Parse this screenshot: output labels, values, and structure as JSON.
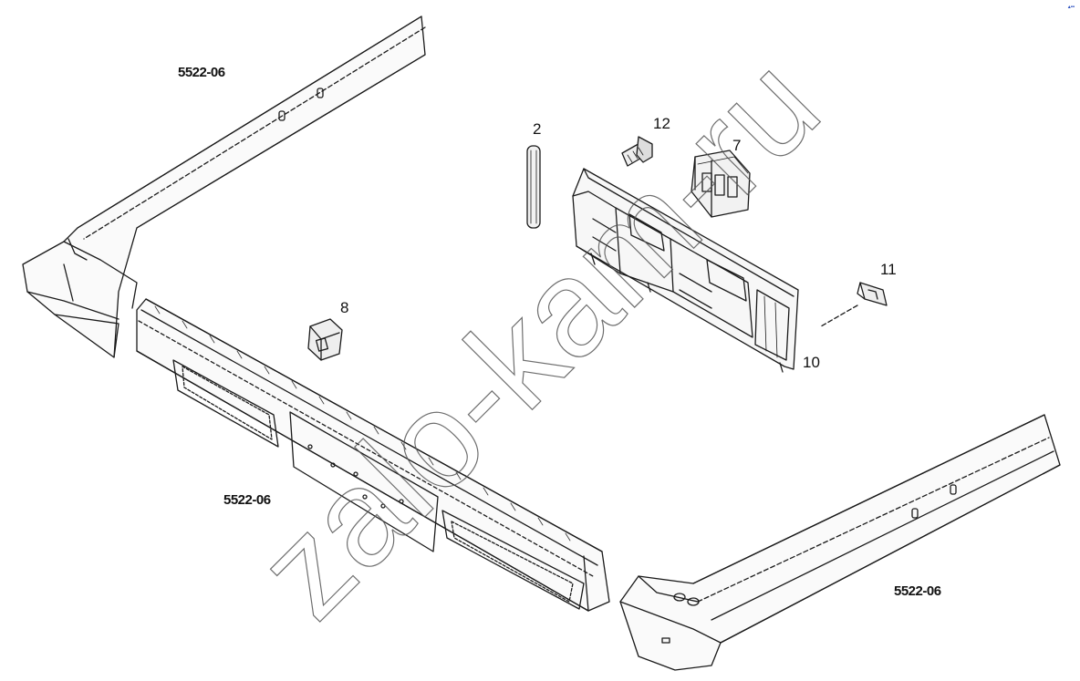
{
  "watermark": "zalo-kam-ru",
  "labels": {
    "ref_top_left": "5522-06",
    "ref_mid_left": "5522-06",
    "ref_bottom_right": "5522-06",
    "part_2": "2",
    "part_7": "7",
    "part_8": "8",
    "part_10": "10",
    "part_11": "11",
    "part_12": "12"
  },
  "colors": {
    "line": "#1a1a1a",
    "hatch": "#333333",
    "watermark_stroke": "#555555",
    "corner_mark": "#2a4fbf"
  }
}
